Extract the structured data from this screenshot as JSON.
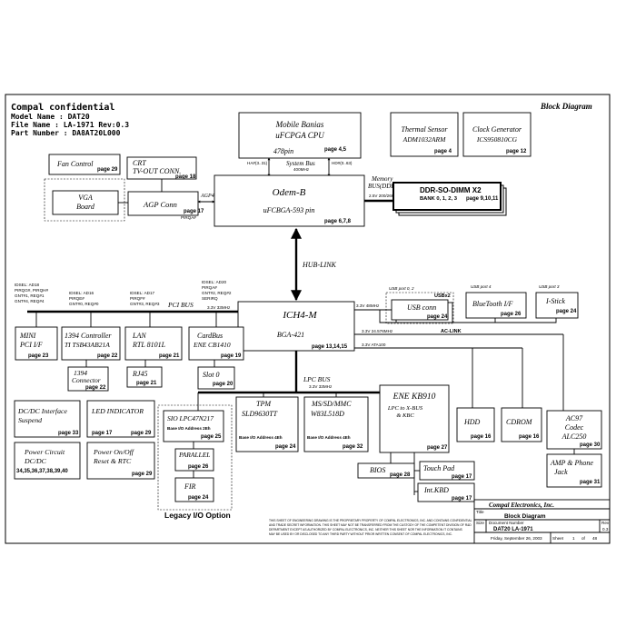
{
  "header": {
    "confidential": "Compal confidential",
    "model": "Model Name : DAT20",
    "file": "File Name : LA-1971 Rev:0.3",
    "part": "Part Number : DA8AT20L000",
    "block_diagram": "Block Diagram"
  },
  "blocks": {
    "cpu": {
      "line1": "Mobile Banias",
      "line2": "uFCPGA CPU",
      "line3": "478pin",
      "page": "page 4,5"
    },
    "thermal": {
      "line1": "Thermal Sensor",
      "line2": "ADM1032ARM",
      "page": "page 4"
    },
    "clock": {
      "line1": "Clock Generator",
      "line2": "ICS950810CG",
      "page": "page 12"
    },
    "fan": {
      "label": "Fan Control",
      "page": "page 29"
    },
    "crt": {
      "line1": "CRT",
      "line2": "TV-OUT CONN.",
      "page": "page 18"
    },
    "vga": {
      "line1": "VGA",
      "line2": "Board"
    },
    "agp": {
      "label": "AGP Conn",
      "page": "page 17",
      "note": "PIRQA#"
    },
    "odem": {
      "line1": "Odem-B",
      "line2": "uFCBGA-593 pin",
      "page": "page 6,7,8"
    },
    "ddr": {
      "line1": "DDR-SO-DIMM X2",
      "line2": "BANK 0, 1, 2, 3",
      "page": "page 9,10,11"
    },
    "ich": {
      "line1": "ICH4-M",
      "line2": "BGA-421",
      "page": "page 13,14,15"
    },
    "usb": {
      "label": "USB conn",
      "page": "page 24",
      "count": "USBx2",
      "port": "USB port 0, 2"
    },
    "bt": {
      "label": "BlueTooth I/F",
      "page": "page 26",
      "port": "USB port 4"
    },
    "istick": {
      "label": "I-Stick",
      "page": "page 24",
      "port": "USB port 3"
    },
    "minipci": {
      "line1": "MINI",
      "line2": "PCI I/F",
      "page": "page 23"
    },
    "c1394": {
      "line1": "1394 Controller",
      "line2": "TI TSB43AB21A",
      "page": "page 22"
    },
    "lan": {
      "line1": "LAN",
      "line2": "RTL 8101L",
      "page": "page 21"
    },
    "cardbus": {
      "line1": "CardBus",
      "line2": "ENE CB1410",
      "page": "page 19"
    },
    "conn1394": {
      "line1": "1394",
      "line2": "Connector",
      "page": "page 22"
    },
    "rj45": {
      "label": "RJ45",
      "page": "page 21"
    },
    "slot0": {
      "label": "Slot 0",
      "page": "page 20"
    },
    "dcdc": {
      "line1": "DC/DC Interface",
      "line2": "Suspend",
      "page": "page 33"
    },
    "led": {
      "label": "LED INDICATOR",
      "page1": "page 17",
      "page2": "page 29"
    },
    "power": {
      "line1": "Power Circuit",
      "line2": "DC/DC",
      "page": "34,35,36,37,38,39,40"
    },
    "onoff": {
      "line1": "Power On/Off",
      "line2": "Reset & RTC",
      "page": "page 29"
    },
    "sio": {
      "label": "SIO LPC47N217",
      "sub": "Base I/O Address 2Eh",
      "page": "page 25"
    },
    "parallel": {
      "label": "PARALLEL",
      "page": "page 26"
    },
    "fir": {
      "label": "FIR",
      "page": "page 24"
    },
    "legacy": {
      "label": "Legacy I/O  Option"
    },
    "tpm": {
      "line1": "TPM",
      "line2": "SLD9630TT",
      "sub": "Base I/O Address 4Eh",
      "page": "page 24"
    },
    "ms": {
      "line1": "MS/SD/MMC",
      "line2": "W83L518D",
      "sub": "Base I/O Address 4Eh",
      "page": "page 32"
    },
    "ene": {
      "line1": "ENE KB910",
      "line2": "LPC to X-BUS",
      "line3": "& KBC",
      "page": "page 27"
    },
    "hdd": {
      "label": "HDD",
      "page": "page 16"
    },
    "cdrom": {
      "label": "CDROM",
      "page": "page 16"
    },
    "ac97": {
      "line1": "AC97",
      "line2": "Codec",
      "line3": "ALC250",
      "page": "page 30"
    },
    "amp": {
      "line1": "AMP & Phone",
      "line2": "Jack",
      "page": "page 31"
    },
    "bios": {
      "label": "BIOS",
      "page": "page 28"
    },
    "touchpad": {
      "label": "Touch Pad",
      "page": "page 17"
    },
    "intkbd": {
      "label": "Int.KBD",
      "page": "page 17"
    }
  },
  "labels": {
    "ha": "HA#(3..31)",
    "hd": "HD#(0..63)",
    "sysbus": "System Bus",
    "sysbus_freq": "400MHz",
    "membus": "Memory",
    "membus2": "BUS(DDR)",
    "ddr_speed": "2.5V 200/266/333MHz",
    "agp4x": "AGP4X(1.5V)",
    "hublink": "HUB-LINK",
    "pcibus": "PCI BUS",
    "pcibus_freq": "3.3V 33MHz",
    "lpcbus": "LPC BUS",
    "lpcbus_freq": "3.3V 33MHz",
    "usb_speed": "3.3V 48MHz",
    "aclink_speed": "3.3V 24.576MHz",
    "aclink": "AC-LINK",
    "ata": "3.3V ATA100",
    "idsel_mini": [
      "IDSEL: AD18",
      "PIRQG#, PIRQH#",
      "GNT#1, REQ#1",
      "GNT#4, REQ#4"
    ],
    "idsel_1394": [
      "IDSEL: AD16",
      "PIRQE#",
      "GNT#0, REQ#0"
    ],
    "idsel_lan": [
      "IDSEL: AD17",
      "PIRQF#",
      "GNT#3, REQ#3"
    ],
    "idsel_cb": [
      "IDSEL: AD20",
      "PIRQA#",
      "GNT#2, REQ#2",
      "SERIRQ"
    ]
  },
  "title_block": {
    "company": "Compal Electronics, Inc.",
    "title_label": "Title",
    "title": "Block Diagram",
    "size_label": "Size",
    "doc_label": "Document Number",
    "doc": "DAT20  LA-1971",
    "rev_label": "Rev",
    "rev": "0.3",
    "date": "Friday, September 26, 2003",
    "sheet_label": "Sheet",
    "sheet_a": "1",
    "sheet_of": "of",
    "sheet_b": "48",
    "notice": [
      "THIS SHEET OF ENGINEERING DRAWING IS THE PROPRIETARY PROPERTY OF COMPAL ELECTRONICS, INC. AND CONTAINS CONFIDENTIAL",
      "AND TRADE SECRET INFORMATION. THIS SHEET MAY NOT BE TRANSFERRED FROM THE CUSTODY OF THE COMPETENT DIVISION OF R&D",
      "DEPARTMENT EXCEPT AS AUTHORIZED BY COMPAL ELECTRONICS, INC. NEITHER THIS SHEET NOR THE INFORMATION IT CONTAINS",
      "MAY BE USED BY OR DISCLOSED TO ANY THIRD PARTY WITHOUT PRIOR WRITTEN CONSENT OF COMPAL ELECTRONICS, INC."
    ]
  }
}
